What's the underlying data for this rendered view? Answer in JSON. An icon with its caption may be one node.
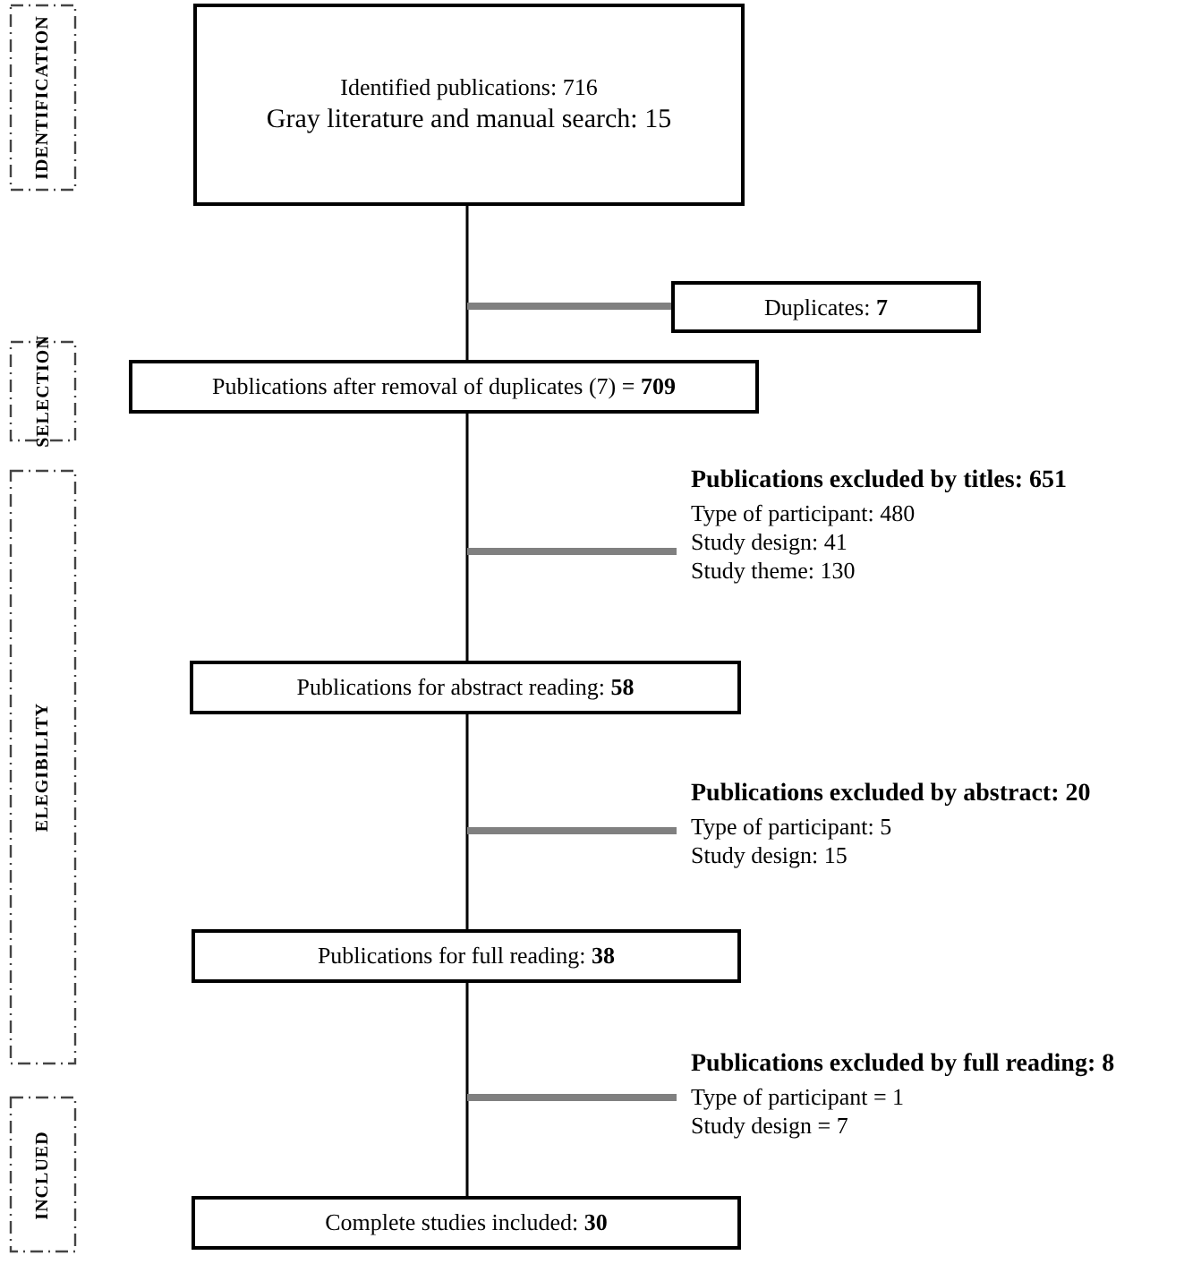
{
  "diagram": {
    "nodes": [
      {
        "text": [
          "IDENTIFICATION"
        ]
      },
      {
        "text": [
          "SELECTION"
        ]
      },
      {
        "text": [
          "ELEGIBILITY"
        ]
      },
      {
        "text": [
          "INCLUED"
        ]
      },
      {
        "text": [
          "Identified publications: 716",
          "Gray literature and manual search: 15"
        ]
      },
      {
        "text": [
          "Duplicates: **7**"
        ]
      },
      {
        "text": [
          "Publications after removal of duplicates (7) = **709**"
        ]
      },
      {
        "text": [
          "Publications excluded by titles: 651",
          "Type of participant: 480",
          "Study design: 41",
          "Study theme: 130"
        ]
      },
      {
        "text": [
          "Publications for abstract reading: **58**"
        ]
      },
      {
        "text": [
          "Publications excluded by abstract: 20",
          "Type of participant: 5",
          "Study design: 15"
        ]
      },
      {
        "text": [
          "Publications for full reading: **38**"
        ]
      },
      {
        "text": [
          "Publications excluded by full reading: 8",
          "Type of participant = 1",
          "Study design = 7"
        ]
      },
      {
        "text": [
          "Complete studies included: **30**"
        ]
      }
    ],
    "edges": [
      {
        "from": 4,
        "to": 6,
        "arrow": "none"
      },
      {
        "from": 4,
        "to": 5,
        "arrow": "none",
        "style": "thick",
        "color": "#808080"
      },
      {
        "from": 6,
        "to": 8,
        "arrow": "none"
      },
      {
        "from": 6,
        "to": 7,
        "arrow": "none",
        "style": "thick",
        "color": "#808080"
      },
      {
        "from": 8,
        "to": 10,
        "arrow": "none"
      },
      {
        "from": 8,
        "to": 9,
        "arrow": "none",
        "style": "thick",
        "color": "#808080"
      },
      {
        "from": 10,
        "to": 12,
        "arrow": "none"
      },
      {
        "from": 10,
        "to": 11,
        "arrow": "none",
        "style": "thick",
        "color": "#808080"
      }
    ]
  }
}
